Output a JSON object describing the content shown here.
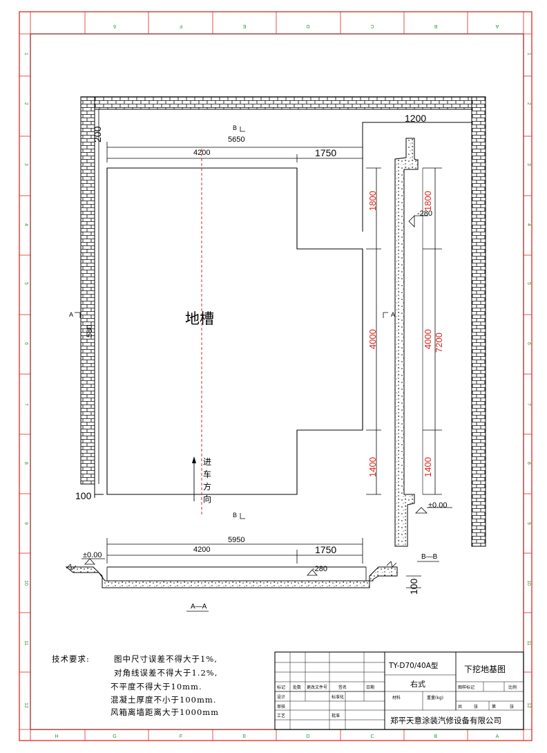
{
  "frame": {
    "top_labels": [
      "6",
      "F",
      "E",
      "D",
      "C",
      "B",
      "A"
    ],
    "bottom_labels": [
      "H",
      "G",
      "F",
      "E",
      "D",
      "C",
      "B",
      "A"
    ],
    "side_labels": [
      "1",
      "2",
      "3",
      "4",
      "5",
      "6",
      "7",
      "8",
      "9",
      "10",
      "11",
      "12"
    ]
  },
  "colors": {
    "frame_red": "#e0261b",
    "zone_green": "#1d9a2e",
    "dim_red": "#e0261b",
    "ink": "#000000"
  },
  "plan": {
    "pit_label": "地槽",
    "direction_chars": [
      "进",
      "车",
      "方",
      "向"
    ],
    "dim_total_top": "5650",
    "dim_left": "4200",
    "dim_right": "1750",
    "dim_1200": "1200",
    "dim_200": "200",
    "dim_100": "100",
    "dim_left_small": "580",
    "section_b_top": "B",
    "section_b_bottom": "B",
    "section_a_left": "A",
    "section_a_right": "A",
    "red_dims": [
      "1800",
      "4000",
      "1400"
    ]
  },
  "section_bb": {
    "title": "B—B",
    "depth": "-280",
    "level": "±0.00",
    "red_dims": [
      "1800",
      "4000",
      "1400"
    ],
    "total": "7200"
  },
  "section_aa": {
    "title": "A—A",
    "level": "±0.00",
    "depth": "-280",
    "dim_total": "5950",
    "dim_left": "4200",
    "dim_right": "1750",
    "dim_100": "100"
  },
  "notes": {
    "heading": "技术要求:",
    "lines": [
      "图中尺寸误差不得大于1%,",
      "对角线误差不得大于1.2%,",
      "不平度不得大于10mm.",
      "混凝土厚度不小于100mm.",
      "风箱离墙距离大于1000mm"
    ]
  },
  "title_block": {
    "model": "TY-D70/40A型",
    "variant": "右式",
    "drawing_name": "下挖地基图",
    "company": "郑平天意涂装汽修设备有限公司",
    "small_labels": [
      "标记",
      "处数",
      "更改文件号",
      "签名",
      "日期",
      "设计",
      "标准化",
      "审核",
      "工艺",
      "批准",
      "材料",
      "重量(kg)",
      "比例",
      "图样标记",
      "共",
      "张",
      "第",
      "张"
    ]
  }
}
